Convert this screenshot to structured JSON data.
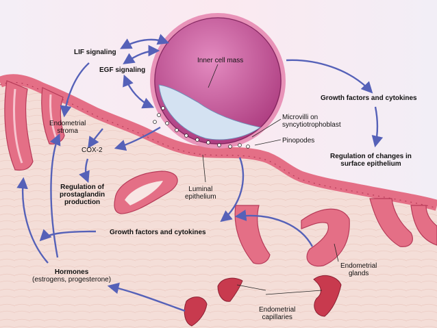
{
  "labels": {
    "lif_signaling": "LIF signaling",
    "egf_signaling": "EGF signaling",
    "inner_cell_mass": "Inner cell mass",
    "growth_factors_top": "Growth factors and cytokines",
    "endometrial_stroma": [
      "Endometrial",
      "stroma"
    ],
    "cox2": "COX-2",
    "microvilli": [
      "Microvilli on",
      "syncytiotrophoblast"
    ],
    "pinopodes": "Pinopodes",
    "regulation_surface": [
      "Regulation of changes in",
      "surface epithelium"
    ],
    "regulation_prostaglandin": [
      "Regulation of",
      "prostaglandin",
      "production"
    ],
    "luminal_epithelium": [
      "Luminal",
      "epithelium"
    ],
    "growth_factors_mid": "Growth factors and cytokines",
    "hormones": [
      "Hormones",
      "(estrogens, progesterone)"
    ],
    "endometrial_glands": [
      "Endometrial",
      "glands"
    ],
    "endometrial_capillaries": [
      "Endometrial",
      "capillaries"
    ]
  },
  "colors": {
    "arrow": "#5561b8",
    "stroma": "#f3dcd6",
    "epithelium": "#e46f86",
    "epithelium_dark": "#b63a58",
    "blastocyst": "#c85a98",
    "inner_cell_mass": "#d4e2f2",
    "capillary": "#c83a4e"
  }
}
